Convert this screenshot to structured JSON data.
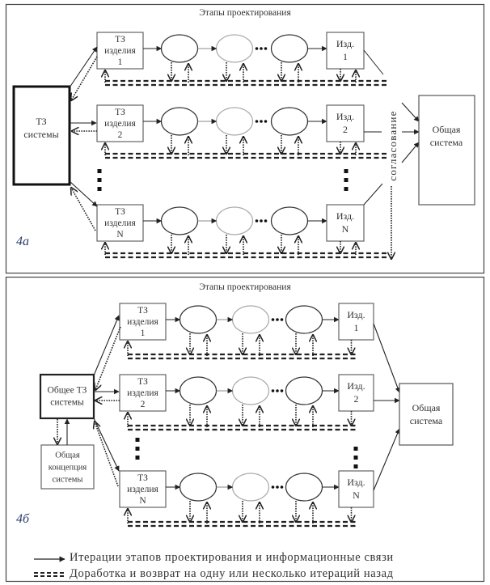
{
  "panels": [
    {
      "id": "a",
      "label": "4a",
      "title": "Этапы проектирования",
      "system_spec": [
        "ТЗ",
        "системы"
      ],
      "agreement_label": "согласование",
      "overall_system": [
        "Общая",
        "система"
      ],
      "rows": [
        {
          "spec": [
            "ТЗ",
            "изделия",
            "1"
          ],
          "product": [
            "Изд.",
            "1"
          ]
        },
        {
          "spec": [
            "ТЗ",
            "изделия",
            "2"
          ],
          "product": [
            "Изд.",
            "2"
          ]
        },
        {
          "spec": [
            "ТЗ",
            "изделия",
            "N"
          ],
          "product": [
            "Изд.",
            "N"
          ]
        }
      ]
    },
    {
      "id": "b",
      "label": "4б",
      "title": "Этапы проектирования",
      "system_spec": [
        "Общее ТЗ",
        "системы"
      ],
      "concept": [
        "Общая",
        "концепция",
        "системы"
      ],
      "overall_system": [
        "Общая",
        "система"
      ],
      "rows": [
        {
          "spec": [
            "ТЗ",
            "изделия",
            "1"
          ],
          "product": [
            "Изд.",
            "1"
          ]
        },
        {
          "spec": [
            "ТЗ",
            "изделия",
            "2"
          ],
          "product": [
            "Изд.",
            "2"
          ]
        },
        {
          "spec": [
            "ТЗ",
            "изделия",
            "N"
          ],
          "product": [
            "Изд.",
            "N"
          ]
        }
      ]
    }
  ],
  "legend": {
    "solid_arrow": "Итерации этапов проектирования и информационные связи",
    "double_dashed": "Доработка и возврат на одну или несколько итераций назад"
  },
  "colors": {
    "stroke": "#222222",
    "box_border": "#555555",
    "light_ellipse": "#aaaaaa",
    "panel_label": "#2a3a6a",
    "frame": "#444444"
  }
}
